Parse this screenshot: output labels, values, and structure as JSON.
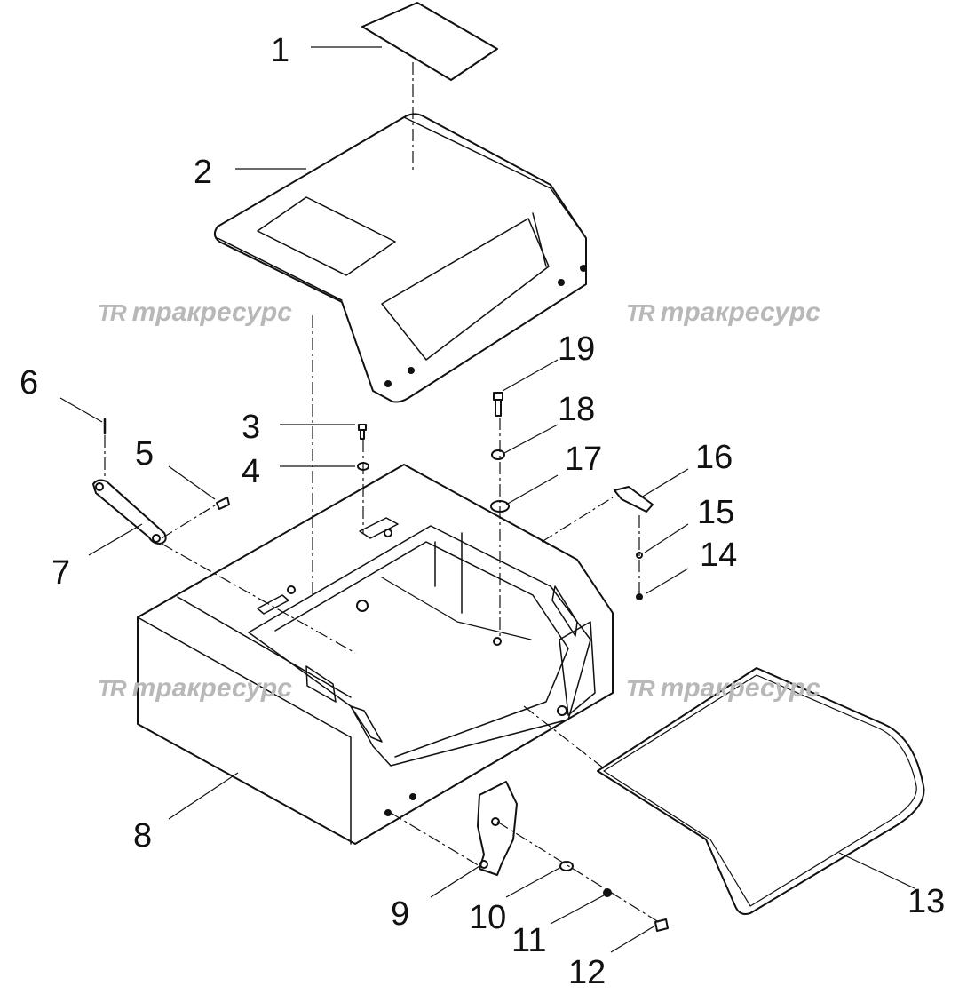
{
  "watermark": {
    "logo": "TR",
    "text": "тракресурс"
  },
  "callouts": [
    "1",
    "2",
    "3",
    "4",
    "5",
    "6",
    "7",
    "8",
    "9",
    "10",
    "11",
    "12",
    "13",
    "14",
    "15",
    "16",
    "17",
    "18",
    "19"
  ],
  "colors": {
    "stroke": "#111111",
    "watermark": "#b8b8b8",
    "background": "#ffffff"
  }
}
